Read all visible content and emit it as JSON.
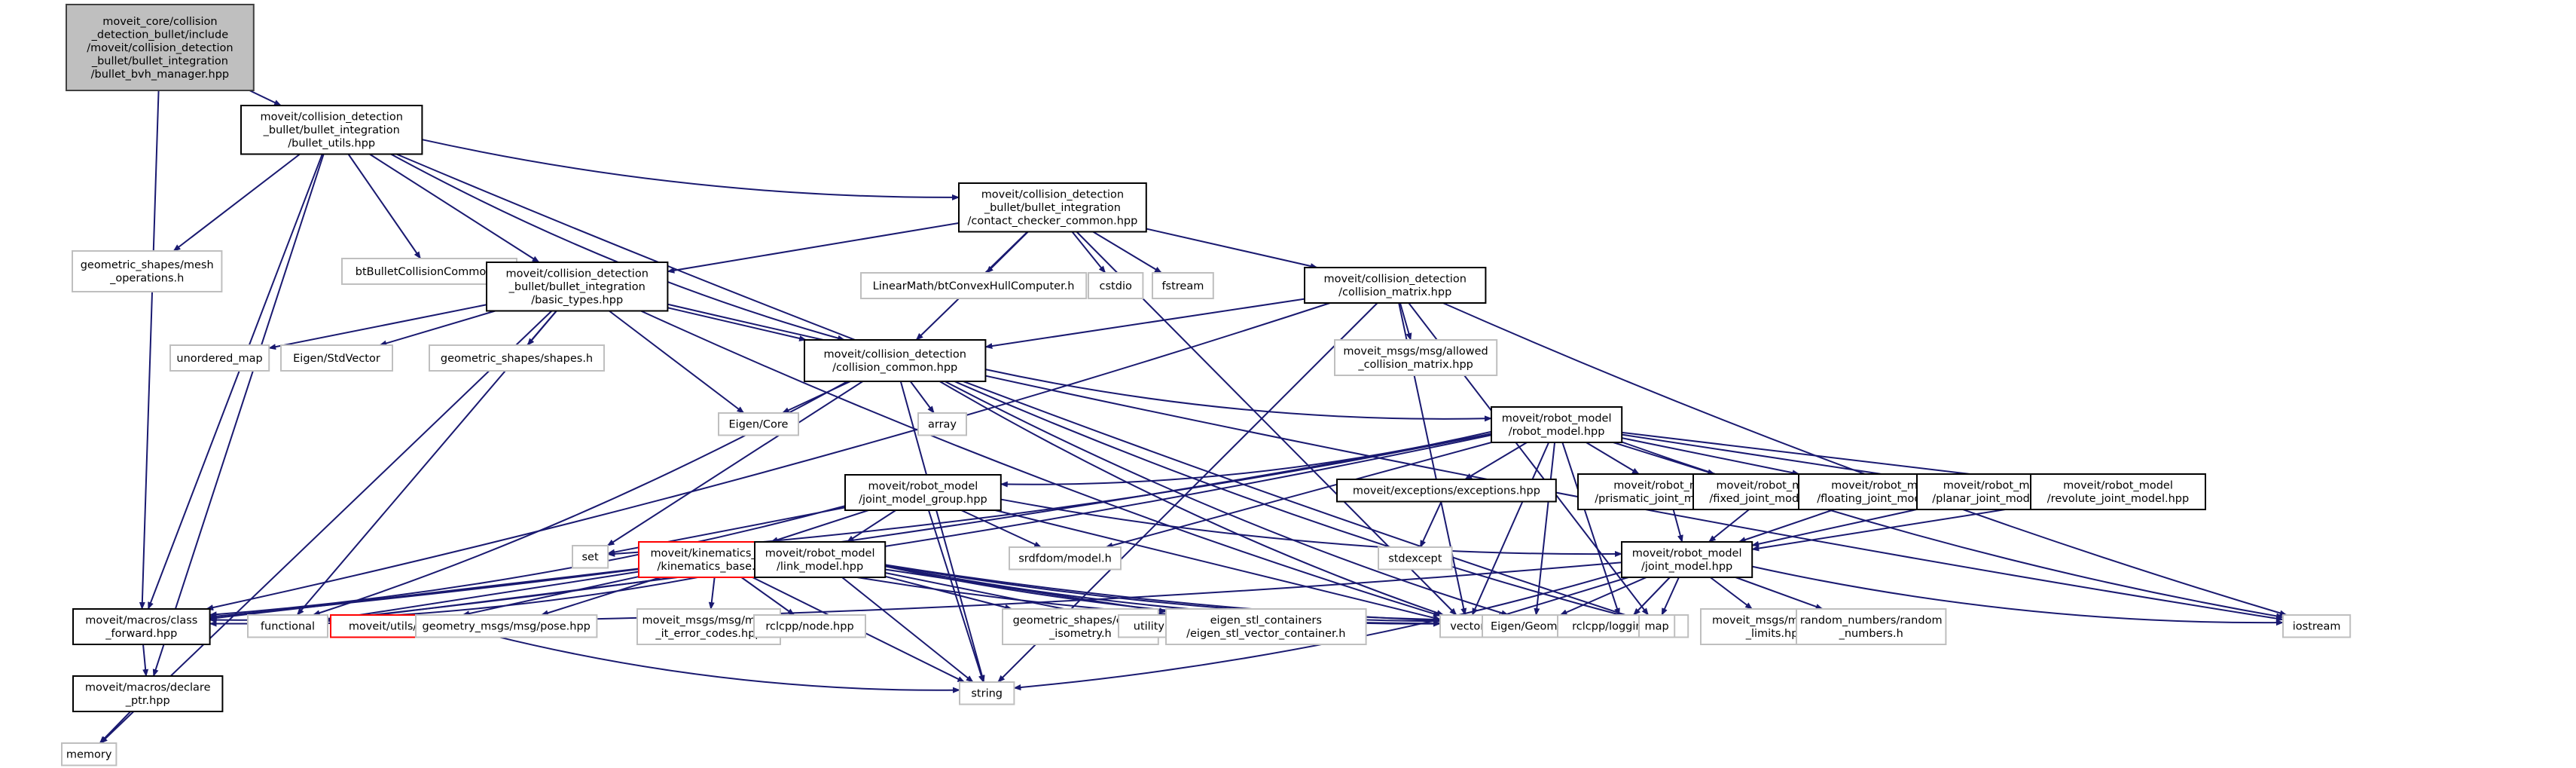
{
  "title": "Include dependency graph for bullet_bvh_manager.hpp",
  "colors": {
    "edge": "#191970",
    "root_fill": "#bfbfbf",
    "root_stroke": "#404040",
    "documented_stroke": "#000000",
    "external_stroke": "#bfbfbf",
    "undocumented_stroke": "#ff0000"
  },
  "nodes": [
    {
      "id": "root",
      "kind": "root",
      "lines": [
        "moveit_core/collision",
        "_detection_bullet/include",
        "/moveit/collision_detection",
        "_bullet/bullet_integration",
        "/bullet_bvh_manager.hpp"
      ]
    },
    {
      "id": "bullet_utils",
      "kind": "doc",
      "lines": [
        "moveit/collision_detection",
        "_bullet/bullet_integration",
        "/bullet_utils.hpp"
      ]
    },
    {
      "id": "mesh_ops",
      "kind": "ext",
      "lines": [
        "geometric_shapes/mesh",
        "_operations.h"
      ]
    },
    {
      "id": "btBullet",
      "kind": "ext",
      "lines": [
        "btBulletCollisionCommon.h"
      ]
    },
    {
      "id": "contact_checker",
      "kind": "doc",
      "lines": [
        "moveit/collision_detection",
        "_bullet/bullet_integration",
        "/contact_checker_common.hpp"
      ]
    },
    {
      "id": "basic_types",
      "kind": "doc",
      "lines": [
        "moveit/collision_detection",
        "_bullet/bullet_integration",
        "/basic_types.hpp"
      ]
    },
    {
      "id": "linearmath",
      "kind": "ext",
      "lines": [
        "LinearMath/btConvexHullComputer.h"
      ]
    },
    {
      "id": "cstdio",
      "kind": "ext",
      "lines": [
        "cstdio"
      ]
    },
    {
      "id": "fstream",
      "kind": "ext",
      "lines": [
        "fstream"
      ]
    },
    {
      "id": "collision_matrix",
      "kind": "doc",
      "lines": [
        "moveit/collision_detection",
        "/collision_matrix.hpp"
      ]
    },
    {
      "id": "unordered_map",
      "kind": "ext",
      "lines": [
        "unordered_map"
      ]
    },
    {
      "id": "stdvector",
      "kind": "ext",
      "lines": [
        "Eigen/StdVector"
      ]
    },
    {
      "id": "shapes",
      "kind": "ext",
      "lines": [
        "geometric_shapes/shapes.h"
      ]
    },
    {
      "id": "collision_common",
      "kind": "doc",
      "lines": [
        "moveit/collision_detection",
        "/collision_common.hpp"
      ]
    },
    {
      "id": "allowed_cm",
      "kind": "ext",
      "lines": [
        "moveit_msgs/msg/allowed",
        "_collision_matrix.hpp"
      ]
    },
    {
      "id": "eigen_core",
      "kind": "ext",
      "lines": [
        "Eigen/Core"
      ]
    },
    {
      "id": "array",
      "kind": "ext",
      "lines": [
        "array"
      ]
    },
    {
      "id": "robot_model",
      "kind": "doc",
      "lines": [
        "moveit/robot_model",
        "/robot_model.hpp"
      ]
    },
    {
      "id": "jmg",
      "kind": "doc",
      "lines": [
        "moveit/robot_model",
        "/joint_model_group.hpp"
      ]
    },
    {
      "id": "exceptions",
      "kind": "doc",
      "lines": [
        "moveit/exceptions/exceptions.hpp"
      ]
    },
    {
      "id": "prismatic",
      "kind": "doc",
      "lines": [
        "moveit/robot_model",
        "/prismatic_joint_model.hpp"
      ]
    },
    {
      "id": "fixed",
      "kind": "doc",
      "lines": [
        "moveit/robot_model",
        "/fixed_joint_model.hpp"
      ]
    },
    {
      "id": "floating",
      "kind": "doc",
      "lines": [
        "moveit/robot_model",
        "/floating_joint_model.hpp"
      ]
    },
    {
      "id": "planar",
      "kind": "doc",
      "lines": [
        "moveit/robot_model",
        "/planar_joint_model.hpp"
      ]
    },
    {
      "id": "revolute",
      "kind": "doc",
      "lines": [
        "moveit/robot_model",
        "/revolute_joint_model.hpp"
      ]
    },
    {
      "id": "set",
      "kind": "ext",
      "lines": [
        "set"
      ]
    },
    {
      "id": "kinematics_base",
      "kind": "undoc",
      "lines": [
        "moveit/kinematics_base",
        "/kinematics_base.hpp"
      ]
    },
    {
      "id": "link_model",
      "kind": "doc",
      "lines": [
        "moveit/robot_model",
        "/link_model.hpp"
      ]
    },
    {
      "id": "srdf",
      "kind": "ext",
      "lines": [
        "srdfdom/model.h"
      ]
    },
    {
      "id": "stdexcept",
      "kind": "ext",
      "lines": [
        "stdexcept"
      ]
    },
    {
      "id": "joint_model",
      "kind": "doc",
      "lines": [
        "moveit/robot_model",
        "/joint_model.hpp"
      ]
    },
    {
      "id": "class_forward",
      "kind": "doc",
      "lines": [
        "moveit/macros/class",
        "_forward.hpp"
      ]
    },
    {
      "id": "functional",
      "kind": "ext",
      "lines": [
        "functional"
      ]
    },
    {
      "id": "logger",
      "kind": "undoc",
      "lines": [
        "moveit/utils/logger.hpp"
      ]
    },
    {
      "id": "pose",
      "kind": "ext",
      "lines": [
        "geometry_msgs/msg/pose.hpp"
      ]
    },
    {
      "id": "error_codes",
      "kind": "ext",
      "lines": [
        "moveit_msgs/msg/move",
        "_it_error_codes.hpp"
      ]
    },
    {
      "id": "node",
      "kind": "ext",
      "lines": [
        "rclcpp/node.hpp"
      ]
    },
    {
      "id": "check_iso",
      "kind": "ext",
      "lines": [
        "geometric_shapes/check",
        "_isometry.h"
      ]
    },
    {
      "id": "utility",
      "kind": "ext",
      "lines": [
        "utility"
      ]
    },
    {
      "id": "eigen_stl",
      "kind": "ext",
      "lines": [
        "eigen_stl_containers",
        "/eigen_stl_vector_container.h"
      ]
    },
    {
      "id": "vector",
      "kind": "ext",
      "lines": [
        "vector"
      ]
    },
    {
      "id": "eigen_geom",
      "kind": "ext",
      "lines": [
        "Eigen/Geometry"
      ]
    },
    {
      "id": "logging",
      "kind": "ext",
      "lines": [
        "rclcpp/logging.hpp"
      ]
    },
    {
      "id": "map",
      "kind": "ext",
      "lines": [
        "map"
      ]
    },
    {
      "id": "joint_limits",
      "kind": "ext",
      "lines": [
        "moveit_msgs/msg/joint",
        "_limits.hpp"
      ]
    },
    {
      "id": "random_numbers",
      "kind": "ext",
      "lines": [
        "random_numbers/random",
        "_numbers.h"
      ]
    },
    {
      "id": "iostream",
      "kind": "ext",
      "lines": [
        "iostream"
      ]
    },
    {
      "id": "declare_ptr",
      "kind": "doc",
      "lines": [
        "moveit/macros/declare",
        "_ptr.hpp"
      ]
    },
    {
      "id": "memory",
      "kind": "ext",
      "lines": [
        "memory"
      ]
    },
    {
      "id": "string",
      "kind": "ext",
      "lines": [
        "string"
      ]
    }
  ],
  "edges": [
    [
      "root",
      "bullet_utils"
    ],
    [
      "root",
      "class_forward"
    ],
    [
      "bullet_utils",
      "mesh_ops"
    ],
    [
      "bullet_utils",
      "btBullet"
    ],
    [
      "bullet_utils",
      "contact_checker"
    ],
    [
      "bullet_utils",
      "basic_types"
    ],
    [
      "bullet_utils",
      "collision_common"
    ],
    [
      "bullet_utils",
      "class_forward"
    ],
    [
      "bullet_utils",
      "declare_ptr"
    ],
    [
      "bullet_utils",
      "map"
    ],
    [
      "contact_checker",
      "basic_types"
    ],
    [
      "contact_checker",
      "linearmath"
    ],
    [
      "contact_checker",
      "cstdio"
    ],
    [
      "contact_checker",
      "fstream"
    ],
    [
      "contact_checker",
      "collision_matrix"
    ],
    [
      "contact_checker",
      "collision_common"
    ],
    [
      "contact_checker",
      "vector"
    ],
    [
      "basic_types",
      "unordered_map"
    ],
    [
      "basic_types",
      "stdvector"
    ],
    [
      "basic_types",
      "shapes"
    ],
    [
      "basic_types",
      "eigen_core"
    ],
    [
      "basic_types",
      "collision_common"
    ],
    [
      "basic_types",
      "memory"
    ],
    [
      "basic_types",
      "functional"
    ],
    [
      "basic_types",
      "vector"
    ],
    [
      "basic_types",
      "iostream"
    ],
    [
      "collision_matrix",
      "collision_common"
    ],
    [
      "collision_matrix",
      "allowed_cm"
    ],
    [
      "collision_matrix",
      "class_forward"
    ],
    [
      "collision_matrix",
      "vector"
    ],
    [
      "collision_matrix",
      "map"
    ],
    [
      "collision_matrix",
      "iostream"
    ],
    [
      "collision_matrix",
      "string"
    ],
    [
      "collision_common",
      "eigen_core"
    ],
    [
      "collision_common",
      "array"
    ],
    [
      "collision_common",
      "robot_model"
    ],
    [
      "collision_common",
      "set"
    ],
    [
      "collision_common",
      "functional"
    ],
    [
      "collision_common",
      "string"
    ],
    [
      "collision_common",
      "vector"
    ],
    [
      "collision_common",
      "eigen_geom"
    ],
    [
      "collision_common",
      "map"
    ],
    [
      "robot_model",
      "jmg"
    ],
    [
      "robot_model",
      "exceptions"
    ],
    [
      "robot_model",
      "prismatic"
    ],
    [
      "robot_model",
      "fixed"
    ],
    [
      "robot_model",
      "floating"
    ],
    [
      "robot_model",
      "planar"
    ],
    [
      "robot_model",
      "revolute"
    ],
    [
      "robot_model",
      "srdf"
    ],
    [
      "robot_model",
      "class_forward"
    ],
    [
      "robot_model",
      "set"
    ],
    [
      "robot_model",
      "eigen_geom"
    ],
    [
      "robot_model",
      "logging"
    ],
    [
      "robot_model",
      "iostream"
    ],
    [
      "robot_model",
      "vector"
    ],
    [
      "robot_model",
      "functional"
    ],
    [
      "jmg",
      "kinematics_base"
    ],
    [
      "jmg",
      "link_model"
    ],
    [
      "jmg",
      "srdf"
    ],
    [
      "jmg",
      "joint_model"
    ],
    [
      "jmg",
      "set"
    ],
    [
      "jmg",
      "class_forward"
    ],
    [
      "jmg",
      "vector"
    ],
    [
      "jmg",
      "string"
    ],
    [
      "exceptions",
      "stdexcept"
    ],
    [
      "prismatic",
      "joint_model"
    ],
    [
      "fixed",
      "joint_model"
    ],
    [
      "floating",
      "joint_model"
    ],
    [
      "planar",
      "joint_model"
    ],
    [
      "revolute",
      "joint_model"
    ],
    [
      "kinematics_base",
      "class_forward"
    ],
    [
      "kinematics_base",
      "functional"
    ],
    [
      "kinematics_base",
      "logger"
    ],
    [
      "kinematics_base",
      "pose"
    ],
    [
      "kinematics_base",
      "error_codes"
    ],
    [
      "kinematics_base",
      "node"
    ],
    [
      "kinematics_base",
      "string"
    ],
    [
      "kinematics_base",
      "vector"
    ],
    [
      "link_model",
      "class_forward"
    ],
    [
      "link_model",
      "functional"
    ],
    [
      "link_model",
      "check_iso"
    ],
    [
      "link_model",
      "utility"
    ],
    [
      "link_model",
      "eigen_stl"
    ],
    [
      "link_model",
      "vector"
    ],
    [
      "link_model",
      "eigen_geom"
    ],
    [
      "link_model",
      "logging"
    ],
    [
      "link_model",
      "map"
    ],
    [
      "link_model",
      "string"
    ],
    [
      "joint_model",
      "class_forward"
    ],
    [
      "joint_model",
      "vector"
    ],
    [
      "joint_model",
      "eigen_geom"
    ],
    [
      "joint_model",
      "logging"
    ],
    [
      "joint_model",
      "map"
    ],
    [
      "joint_model",
      "joint_limits"
    ],
    [
      "joint_model",
      "random_numbers"
    ],
    [
      "joint_model",
      "iostream"
    ],
    [
      "joint_model",
      "string"
    ],
    [
      "class_forward",
      "declare_ptr"
    ],
    [
      "declare_ptr",
      "memory"
    ],
    [
      "logger",
      "string"
    ]
  ]
}
